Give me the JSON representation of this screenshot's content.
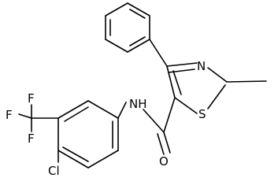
{
  "molecule": {
    "atoms": {
      "F1": "F",
      "F2": "F",
      "F3": "F",
      "N_amide": "NH",
      "O": "O",
      "N_ring": "N",
      "S": "S",
      "Cl": "Cl"
    },
    "colors": {
      "bond": "#000000",
      "label": "#000000",
      "background": "#ffffff"
    }
  }
}
